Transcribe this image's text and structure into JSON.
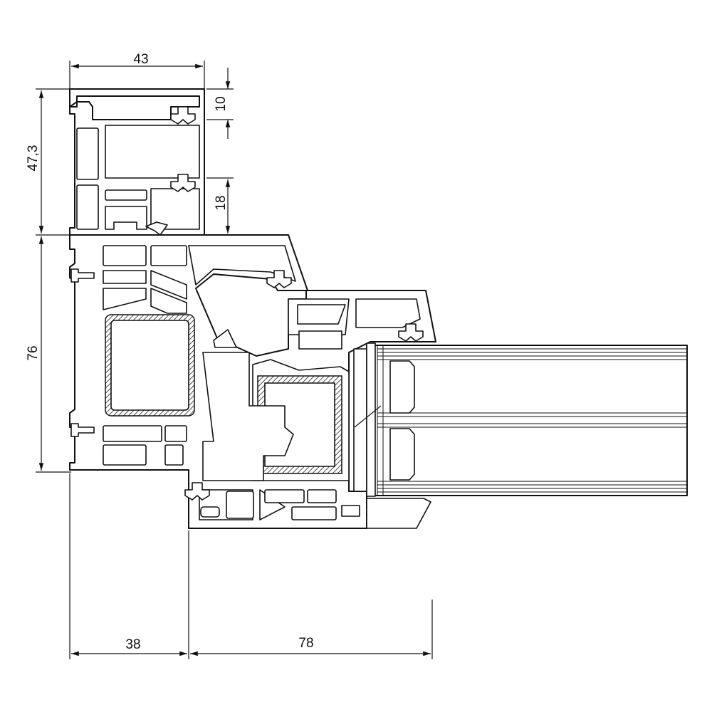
{
  "dimensions": {
    "top_width": "43",
    "top_right_upper": "10",
    "top_right_lower": "18",
    "left_upper": "47,3",
    "left_lower": "76",
    "bottom_left": "38",
    "bottom_right": "78"
  },
  "colors": {
    "line": "#111111",
    "background": "#ffffff"
  }
}
